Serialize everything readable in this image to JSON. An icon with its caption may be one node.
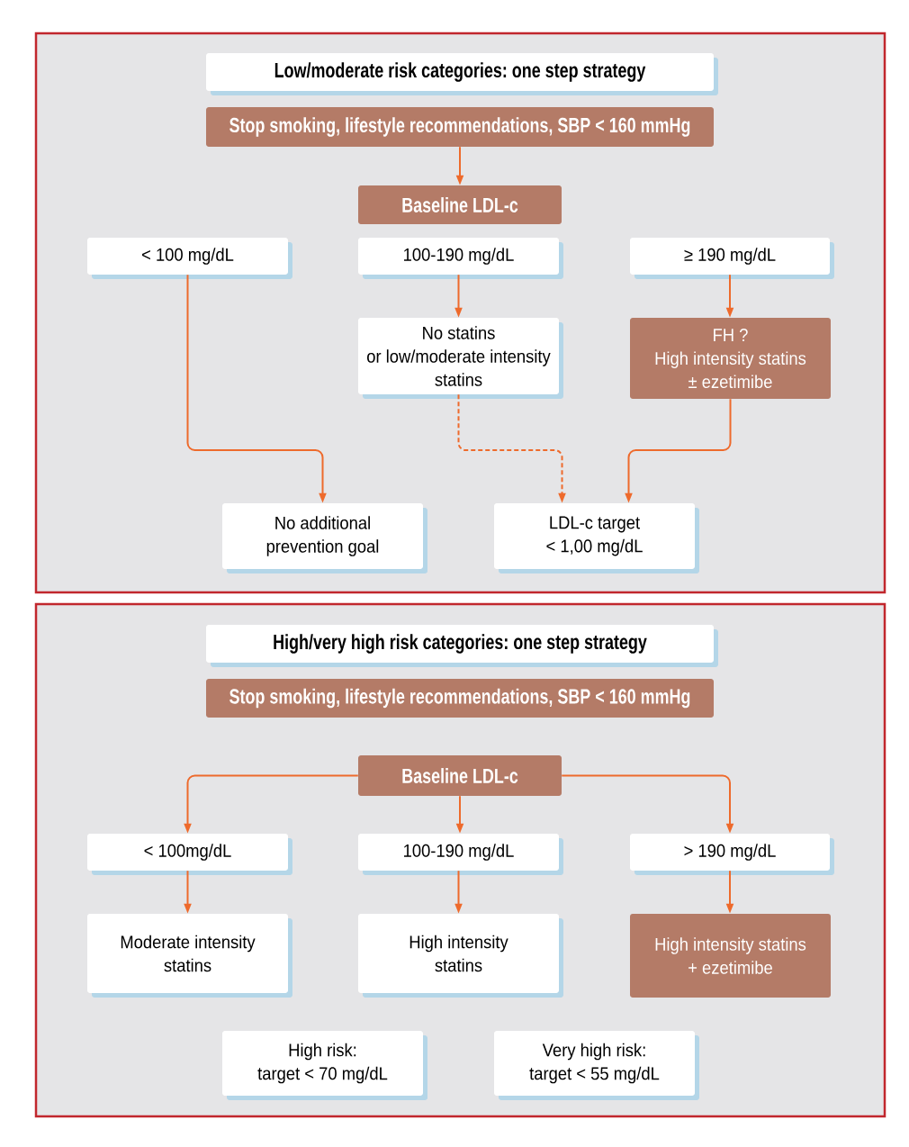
{
  "diagram": {
    "nodes": [
      {
        "text": [],
        "shape": "box"
      },
      {
        "text": [
          "Low/moderate risk categories: one step strategy"
        ],
        "in": 0
      },
      {
        "text": [
          "Stop smoking, lifestyle recommendations, SBP < 160 mmHg"
        ],
        "in": 0
      },
      {
        "text": [
          "Baseline LDL-c"
        ],
        "in": 0
      },
      {
        "text": [
          "< 100 mg/dL"
        ],
        "in": 0
      },
      {
        "text": [
          "100-190 mg/dL"
        ],
        "in": 0
      },
      {
        "text": [
          "≥ 190 mg/dL"
        ],
        "in": 0
      },
      {
        "text": [
          "No statins",
          "or low/moderate intensity statins"
        ],
        "in": 0
      },
      {
        "text": [
          "FH ?",
          "High intensity statins ± ezetimibe"
        ],
        "in": 0
      },
      {
        "text": [
          "No additional prevention goal"
        ],
        "in": 0
      },
      {
        "text": [
          "LDL-c target",
          "< 1,00 mg/dL"
        ],
        "in": 0
      },
      {
        "text": [],
        "shape": "box"
      },
      {
        "text": [
          "High/very high risk categories: one step strategy"
        ],
        "in": 11
      },
      {
        "text": [
          "Stop smoking, lifestyle recommendations, SBP < 160 mmHg"
        ],
        "in": 11
      },
      {
        "text": [
          "Baseline LDL-c"
        ],
        "in": 11
      },
      {
        "text": [
          "< 100mg/dL"
        ],
        "in": 11
      },
      {
        "text": [
          "100-190 mg/dL"
        ],
        "in": 11
      },
      {
        "text": [
          "> 190 mg/dL"
        ],
        "in": 11
      },
      {
        "text": [
          "Moderate intensity statins"
        ],
        "in": 11
      },
      {
        "text": [
          "High intensity statins"
        ],
        "in": 11
      },
      {
        "text": [
          "High intensity statins + ezetimibe"
        ],
        "in": 11
      },
      {
        "text": [
          "High risk:",
          "target < 70 mg/dL"
        ],
        "in": 11
      },
      {
        "text": [
          "Very high risk:",
          "target < 55 mg/dL"
        ],
        "in": 11
      }
    ],
    "edges": [
      {
        "from": 2,
        "to": 3,
        "arrow": "to"
      },
      {
        "from": 5,
        "to": 7,
        "arrow": "to"
      },
      {
        "from": 6,
        "to": 8,
        "arrow": "to"
      },
      {
        "from": 4,
        "to": 9,
        "arrow": "to"
      },
      {
        "from": 7,
        "to": 10,
        "arrow": "to",
        "style": "dashed"
      },
      {
        "from": 8,
        "to": 10,
        "arrow": "to"
      },
      {
        "from": 14,
        "to": 15,
        "arrow": "to"
      },
      {
        "from": 14,
        "to": 16,
        "arrow": "to"
      },
      {
        "from": 14,
        "to": 17,
        "arrow": "to"
      },
      {
        "from": 15,
        "to": 18,
        "arrow": "to"
      },
      {
        "from": 16,
        "to": 19,
        "arrow": "to"
      },
      {
        "from": 17,
        "to": 20,
        "arrow": "to"
      }
    ]
  }
}
